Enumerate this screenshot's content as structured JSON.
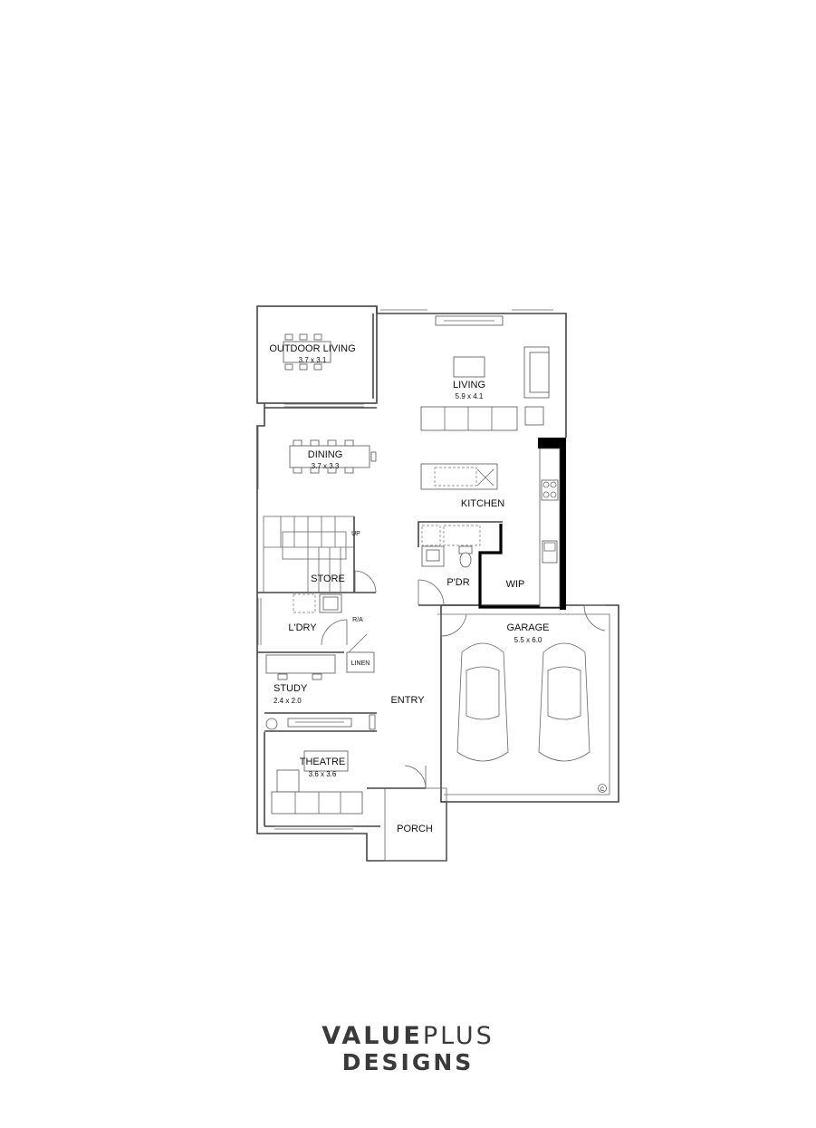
{
  "rooms": {
    "outdoor_living": {
      "name": "OUTDOOR LIVING",
      "size": "3.7 x 3.1"
    },
    "living": {
      "name": "LIVING",
      "size": "5.9 x 4.1"
    },
    "dining": {
      "name": "DINING",
      "size": "3.7 x 3.3"
    },
    "kitchen": {
      "name": "KITCHEN"
    },
    "store": {
      "name": "STORE"
    },
    "pdr": {
      "name": "P'DR"
    },
    "wip": {
      "name": "WIP"
    },
    "laundry": {
      "name": "L'DRY"
    },
    "ra": {
      "name": "R/A"
    },
    "linen": {
      "name": "LINEN"
    },
    "garage": {
      "name": "GARAGE",
      "size": "5.5 x 6.0"
    },
    "study": {
      "name": "STUDY",
      "size": "2.4 x 2.0"
    },
    "entry": {
      "name": "ENTRY"
    },
    "theatre": {
      "name": "THEATRE",
      "size": "3.6 x 3.6"
    },
    "porch": {
      "name": "PORCH"
    }
  },
  "marks": {
    "garage_symbol": "C",
    "stair_up": "UP"
  },
  "brand": {
    "word1": "VALUE",
    "word2": "PLUS",
    "word3": "DESIGNS",
    "color": "#3a3a3a"
  }
}
